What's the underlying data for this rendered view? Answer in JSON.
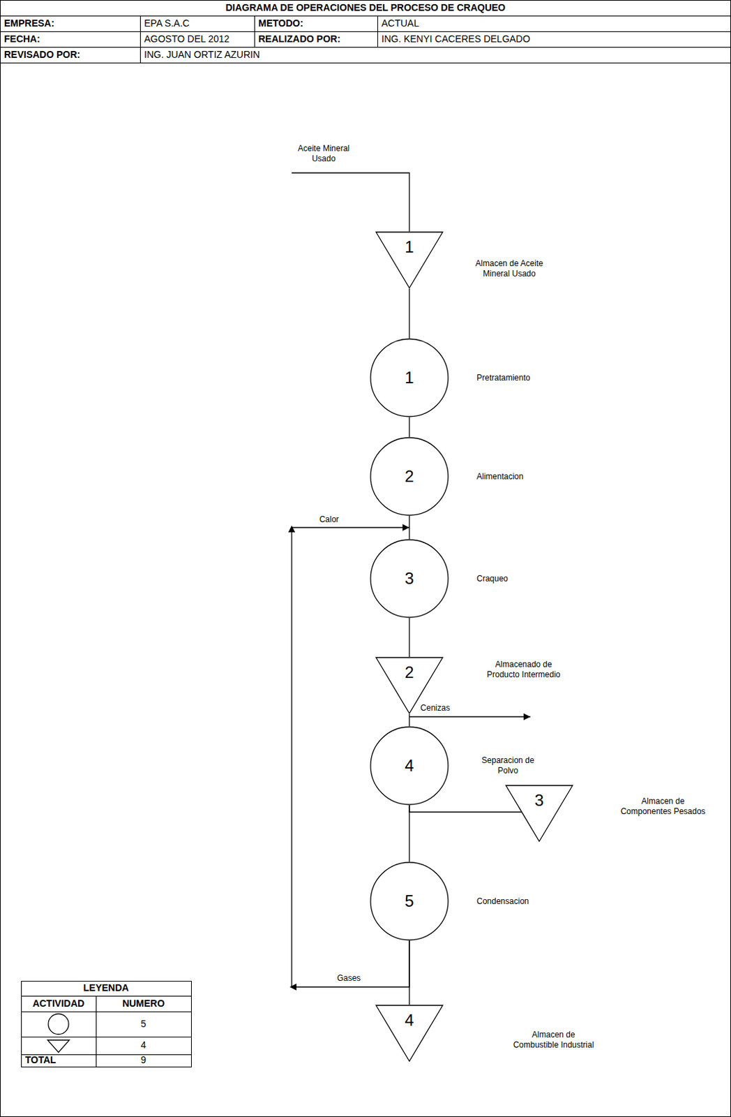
{
  "diagram": {
    "title": "DIAGRAMA DE OPERACIONES DEL PROCESO DE CRAQUEO",
    "nodes": [
      {
        "text": [
          "1",
          "Almacen de Aceite Mineral Usado"
        ]
      },
      {
        "text": [
          "1",
          "Pretratamiento"
        ]
      },
      {
        "text": [
          "2",
          "Alimentacion"
        ]
      },
      {
        "text": [
          "3",
          "Craqueo"
        ]
      },
      {
        "text": [
          "2",
          "Almacenado de Producto Intermedio"
        ]
      },
      {
        "text": [
          "4",
          "Separacion de Polvo"
        ]
      },
      {
        "text": [
          "3",
          "Almacen de Componentes Pesados"
        ]
      },
      {
        "text": [
          "5",
          "Condensacion"
        ]
      },
      {
        "text": [
          "4",
          "Almacen de Combustible Industrial"
        ]
      }
    ],
    "edges": [
      {
        "from": 0,
        "to": 1,
        "arrow": "none"
      },
      {
        "from": 1,
        "to": 2,
        "arrow": "none"
      },
      {
        "from": 2,
        "to": 3,
        "arrow": "none"
      },
      {
        "from": 3,
        "to": 4,
        "arrow": "none"
      },
      {
        "from": 4,
        "to": 5,
        "arrow": "none"
      },
      {
        "from": 5,
        "to": 6,
        "arrow": "none"
      },
      {
        "from": 5,
        "to": 7,
        "arrow": "none"
      },
      {
        "from": 7,
        "to": 8,
        "arrow": "none"
      },
      {
        "from": 7,
        "to": 3,
        "arrow": "to",
        "label": "Gases"
      }
    ],
    "labels": [
      "EMPRESA:",
      "EPA S.A.C",
      "METODO:",
      "ACTUAL",
      "FECHA:",
      "AGOSTO DEL 2012",
      "REALIZADO POR:",
      "ING. KENYI CACERES DELGADO",
      "REVISADO POR:",
      "ING. JUAN ORTIZ AZURIN",
      "Aceite Mineral Usado",
      "Calor",
      "Cenizas",
      "LEYENDA",
      "ACTIVIDAD",
      "NUMERO",
      "TOTAL",
      "9"
    ],
    "legend": [
      {
        "text": "5"
      },
      {
        "text": "4"
      }
    ]
  }
}
